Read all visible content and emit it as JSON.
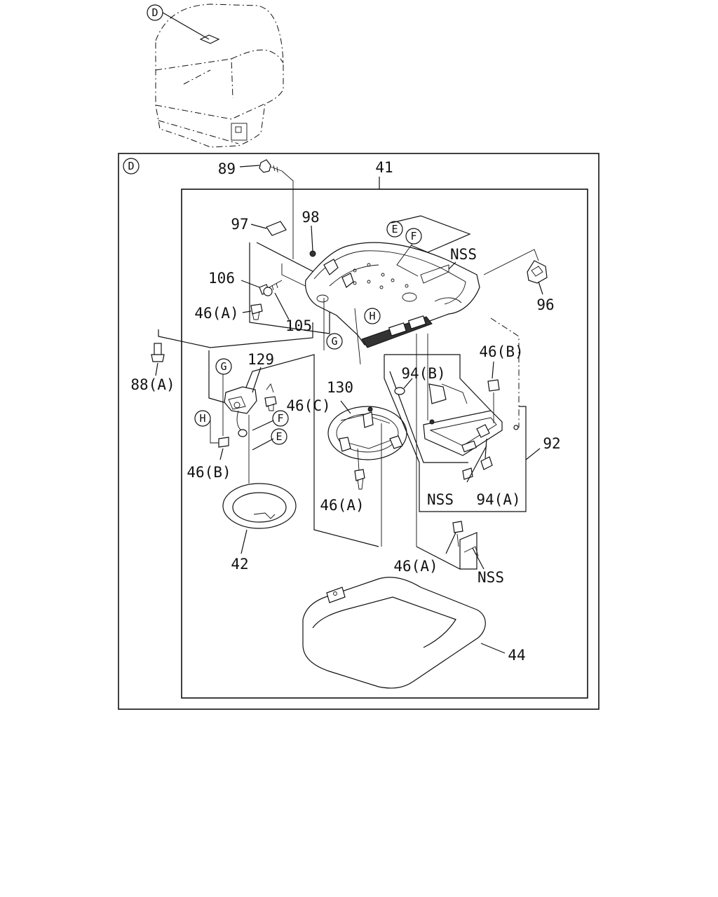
{
  "labels": {
    "l89": "89",
    "l41": "41",
    "l97": "97",
    "l98": "98",
    "l106": "106",
    "l46a_top": "46(A)",
    "l105": "105",
    "l88a": "88(A)",
    "l129": "129",
    "l46c": "46(C)",
    "l46b_left": "46(B)",
    "l130": "130",
    "l46a_mid": "46(A)",
    "l42": "42",
    "lnss_top": "NSS",
    "l96": "96",
    "l46b_right": "46(B)",
    "l94b": "94(B)",
    "l92": "92",
    "lnss_mid": "NSS",
    "l94a": "94(A)",
    "l46a_low": "46(A)",
    "lnss_low": "NSS",
    "l44": "44"
  },
  "callouts": {
    "d_cab": "D",
    "d_box": "D",
    "e_top": "E",
    "f_top": "F",
    "h_top": "H",
    "g_mid": "G",
    "g_left": "G",
    "h_left": "H",
    "f_left": "F",
    "e_left": "E"
  }
}
